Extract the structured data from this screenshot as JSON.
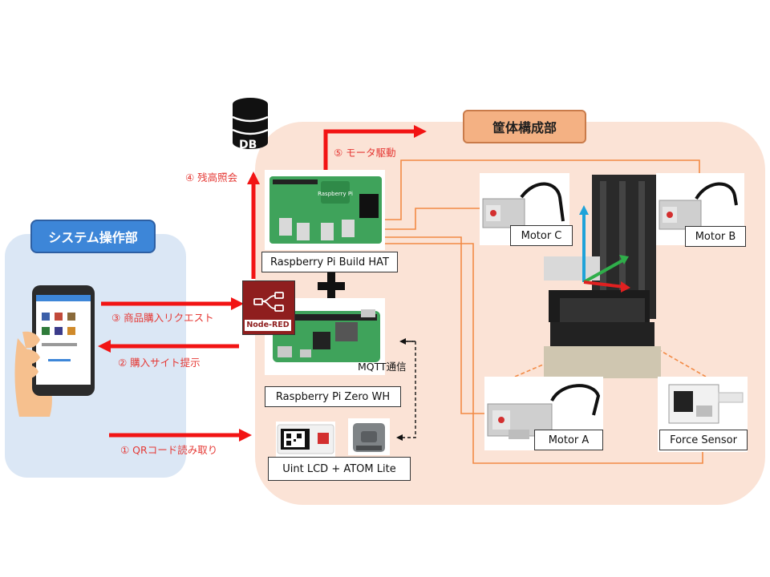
{
  "sections": {
    "system": {
      "title": "システム操作部"
    },
    "case": {
      "title": "筐体構成部"
    }
  },
  "db": {
    "label": "DB"
  },
  "devices": {
    "build_hat": "Raspberry Pi Build HAT",
    "zero_wh": "Raspberry Pi Zero WH",
    "node_red": "Node-RED",
    "lcd": "Uint LCD + ATOM Lite"
  },
  "motors": {
    "c": "Motor C",
    "b": "Motor B",
    "a": "Motor A",
    "force": "Force Sensor"
  },
  "steps": {
    "s1": "① QRコード読み取り",
    "s2": "② 購入サイト提示",
    "s3": "③ 商品購入リクエスト",
    "s4": "④ 残高照会",
    "s5": "⑤ モータ駆動"
  },
  "mqtt": "MQTT通信",
  "colors": {
    "arrow": "#f21414",
    "wire": "#f28a45",
    "panel_left": "#dbe7f5",
    "panel_right": "#fbe3d6",
    "accent_blue": "#3d86d8",
    "accent_orange": "#f4b183",
    "node_red": "#8f1e1e"
  }
}
